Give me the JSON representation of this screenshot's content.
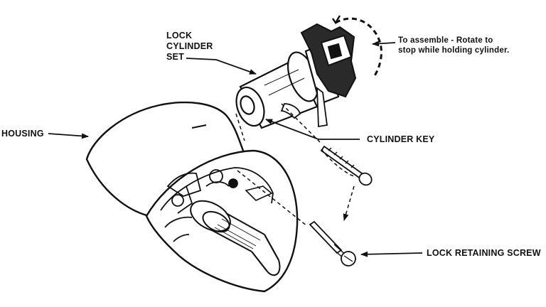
{
  "labels": {
    "lock_cylinder_set": [
      "LOCK",
      "CYLINDER",
      "SET"
    ],
    "assemble_note": [
      "To assemble - Rotate to",
      "stop while holding cylinder."
    ],
    "housing": "HOUSING",
    "cylinder_key": "CYLINDER KEY",
    "lock_retaining_screw": "LOCK RETAINING SCREW"
  },
  "colors": {
    "ink": "#111111",
    "paper": "#ffffff"
  }
}
